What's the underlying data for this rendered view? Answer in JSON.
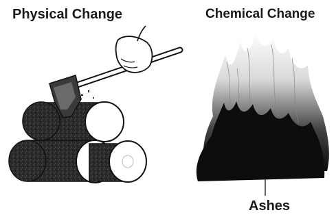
{
  "panels": {
    "physical": {
      "title": "Physical Change",
      "icon": "axe-chopping-logs"
    },
    "chemical": {
      "title": "Chemical Change",
      "icon": "fire-flames",
      "caption": "Ashes"
    }
  },
  "colors": {
    "ink": "#1a1a1a",
    "paper": "#ffffff"
  }
}
